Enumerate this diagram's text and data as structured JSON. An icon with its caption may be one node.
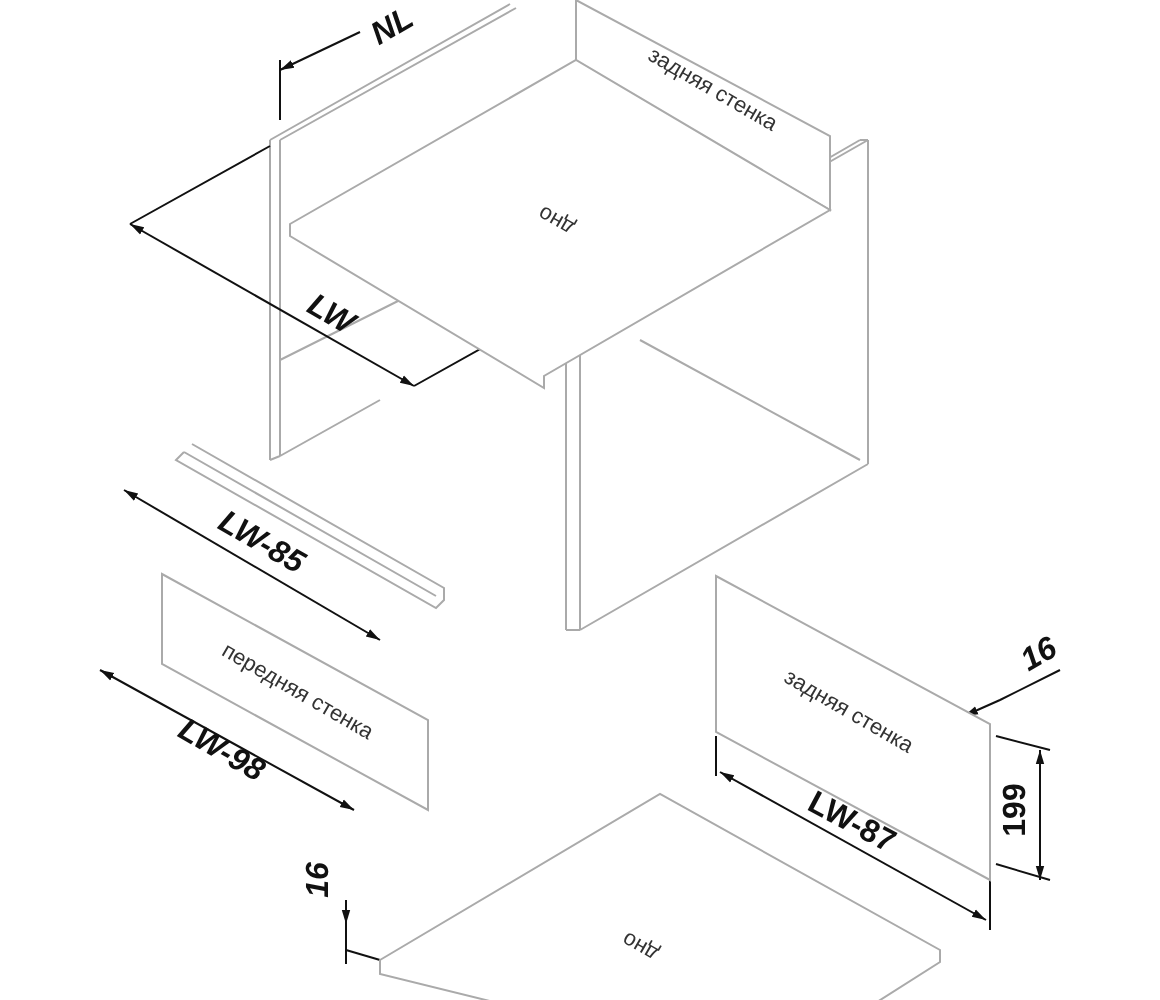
{
  "diagram": {
    "nodes": [
      {
        "text": [
          "задняя стенка"
        ]
      },
      {
        "text": [
          "дно"
        ]
      },
      {
        "text": [
          "передняя стенка"
        ]
      },
      {
        "text": [
          "задняя стенка"
        ]
      },
      {
        "text": [
          "дно"
        ]
      }
    ],
    "labels": [
      "NL",
      "LW",
      "LW-85",
      "LW-98",
      "16",
      "LW-87",
      "199",
      "16"
    ]
  }
}
